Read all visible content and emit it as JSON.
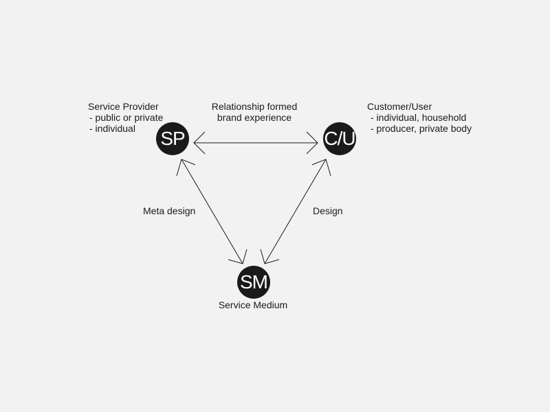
{
  "nodes": {
    "sp": {
      "abbr": "SP",
      "title": "Service Provider",
      "details": [
        "- public or private",
        "- individual"
      ]
    },
    "cu": {
      "abbr": "C/U",
      "title": "Customer/User",
      "details": [
        "- individual, household",
        "- producer, private body"
      ]
    },
    "sm": {
      "abbr": "SM",
      "title": "Service Medium"
    }
  },
  "relations": {
    "top": [
      "Relationship formed",
      "brand experience"
    ],
    "left": "Meta design",
    "right": "Design"
  },
  "colors": {
    "background": "#f2f2f2",
    "node_fill": "#1a1a1a",
    "node_text": "#ffffff",
    "line": "#1a1a1a"
  }
}
